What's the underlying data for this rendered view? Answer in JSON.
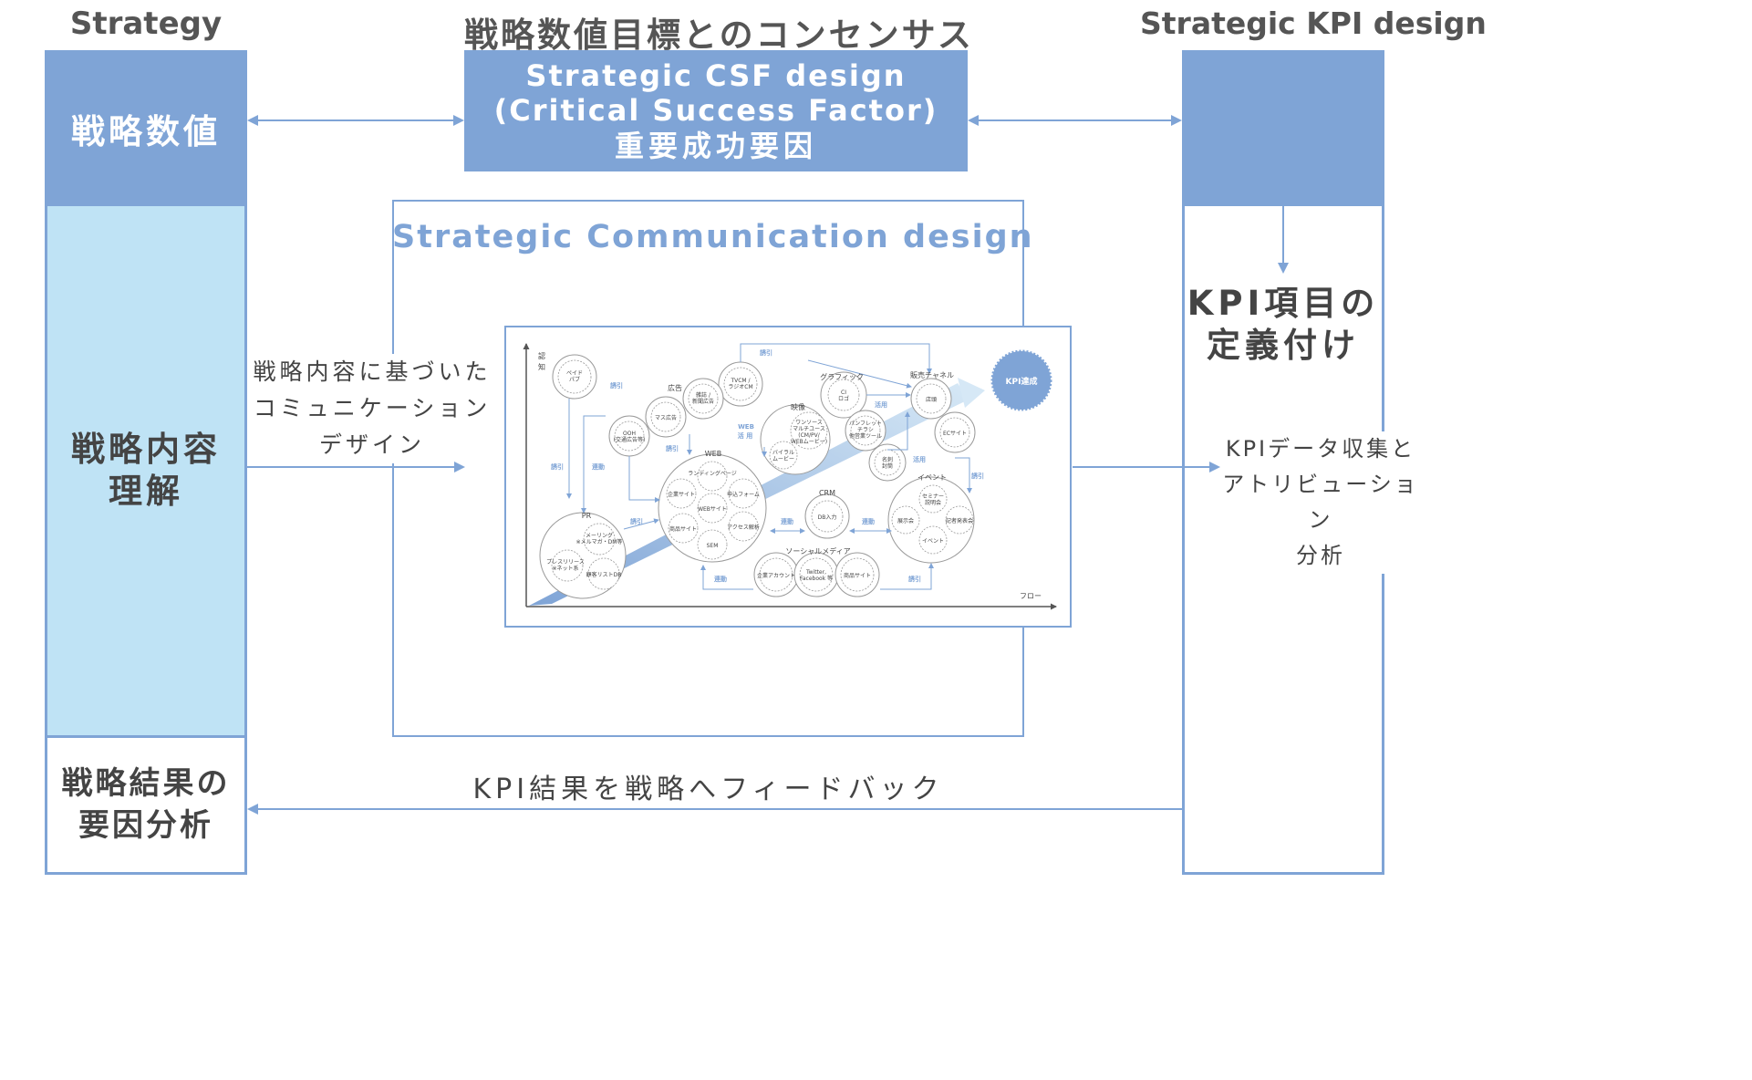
{
  "colors": {
    "accent": "#7fa4d6",
    "accent_light": "#bfe3f5",
    "line": "#7fa4d6",
    "text": "#444444"
  },
  "headers": {
    "left": "Strategy",
    "center": "戦略数値目標とのコンセンサス",
    "right": "Strategic KPI design"
  },
  "left_column": {
    "top": "戦略数値",
    "middle": "戦略内容\n理解",
    "bottom": "戦略結果の\n要因分析"
  },
  "csf_box": {
    "line1": "Strategic CSF design",
    "line2": "(Critical Success Factor)",
    "line3": "重要成功要因"
  },
  "comm_box": {
    "title": "Strategic Communication design"
  },
  "right_column": {
    "middle": "KPI項目の\n定義付け"
  },
  "labels": {
    "left_arrow": "戦略内容に基づいた\nコミュニケーション\nデザイン",
    "right_arrow": "KPIデータ収集と\nアトリビューション\n分析",
    "feedback": "KPI結果を戦略へフィードバック"
  },
  "inner_diagram": {
    "axis_y": "認\n知",
    "axis_x": "フロー",
    "goal": "KPI達成",
    "groups": {
      "ad": "広告",
      "pr": "PR",
      "web": "WEB",
      "graphic": "グラフィック",
      "video": "映像",
      "sales": "販売チャネル",
      "event": "イベント",
      "crm": "CRM",
      "social": "ソーシャルメディア"
    },
    "nodes": {
      "paid_pub": "ペイド\nパブ",
      "tvcm": "TVCM /\nラジオCM",
      "magazine": "雑誌 /\n新聞広告",
      "mass_ad": "マス広告",
      "ooh": "OOH\n(交通広告等)",
      "mailing": "メーリング\n※メルマガ・DM等",
      "press": "プレスリリース\n※ネット系",
      "customer_db": "顧客リストDB",
      "landing": "ランディングページ",
      "corporate_site": "企業サイト",
      "form": "申込フォーム",
      "web_site": "WEBサイト",
      "product_site": "商品サイト",
      "access": "アクセス解析",
      "sem": "SEM",
      "ci": "CI\nロゴ",
      "one_source": "ワンソース\nマルチユース\n(CM/PV/\nWEBムービー)",
      "viral": "バイラル\nムービー",
      "pamphlet": "パンフレット\nチラシ\n他営業ツール",
      "shop": "店頭",
      "ec": "ECサイト",
      "card": "名刺\n封筒",
      "seminar": "セミナー\n説明会",
      "exhibit": "展示会",
      "press_event": "記者発表会",
      "event": "イベント",
      "db_input": "DB入力",
      "corp_account": "企業アカウント",
      "twitter": "Twitter,\nFacebook 等",
      "product_site2": "商品サイト"
    },
    "links": {
      "induce": "誘引",
      "link": "連動",
      "use": "活用",
      "web_use": "WEB\n活 用"
    }
  }
}
